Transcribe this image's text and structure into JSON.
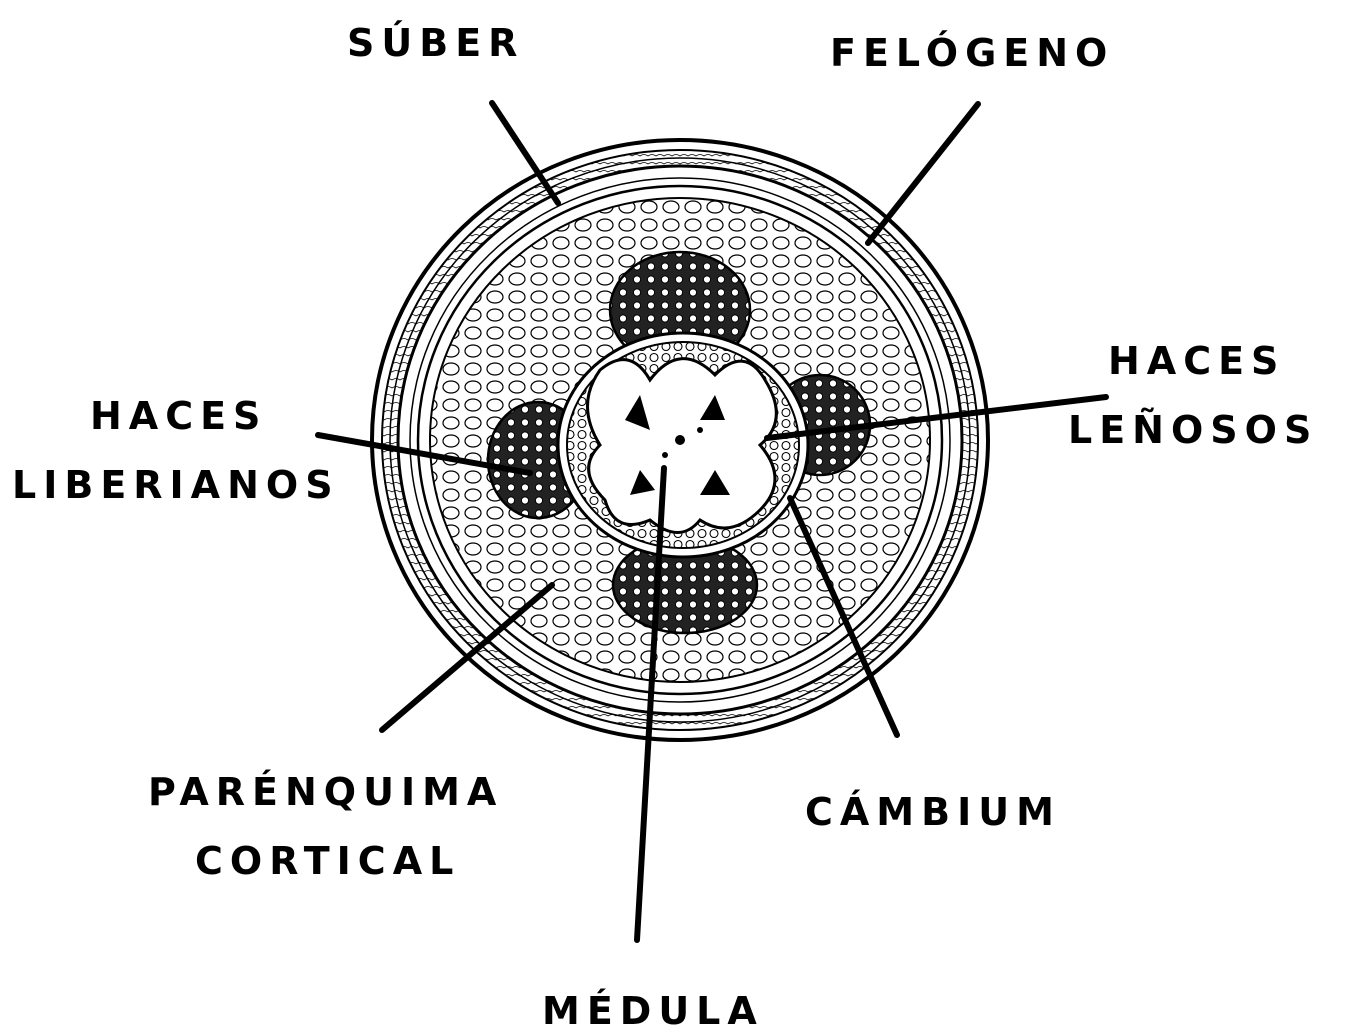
{
  "diagram": {
    "colors": {
      "ink": "#000000",
      "background": "#ffffff"
    },
    "labels": {
      "suber": "SÚBER",
      "felogeno": "FELÓGENO",
      "haces_lenosos_1": "HACES",
      "haces_lenosos_2": "LEÑOSOS",
      "haces_liberianos_1": "HACES",
      "haces_liberianos_2": "LIBERIANOS",
      "parenquima_1": "PARÉNQUIMA",
      "parenquima_2": "CORTICAL",
      "cambium": "CÁMBIUM",
      "medula": "MÉDULA"
    }
  }
}
